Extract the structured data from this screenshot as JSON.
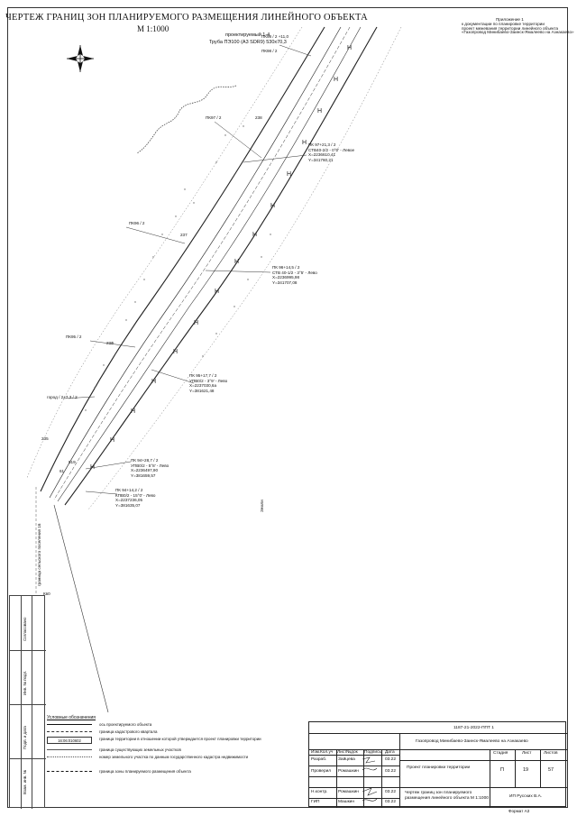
{
  "header": {
    "title": "ЧЕРТЕЖ ГРАНИЦ ЗОН ПЛАНИРУЕМОГО РАЗМЕЩЕНИЯ ЛИНЕЙНОГО ОБЪЕКТА",
    "subtitle": "М 1:1000"
  },
  "appendix_note": [
    "Приложение 1",
    "к документации по планировке территории",
    "проект межевания территории линейного объекта",
    "«Газопровод Минибаево-Заинск-Ямалеево на Азнакаево»"
  ],
  "map_labels": {
    "pipe_top": "проектируемый 1-4",
    "pipe_spec": "Труба ПЭ100 (А3 SDR9) 530х70,3",
    "pk_98_72": "ПК98 / 2 +11,0",
    "pk98_2": "ПК98 / 2",
    "pk97_2": "ПК97 / 2",
    "pk96_2": "ПК96 / 2",
    "pk95_2": "ПК95 / 2",
    "num_238": "238",
    "num_237": "237",
    "num_236": "236",
    "num_235": "235",
    "pt1": [
      "ПК 97+21,3 / 2",
      "СТВ40-2/2 - 0°0' - Левое",
      "Х=2236610,41",
      "Y=341760,21"
    ],
    "pt2": [
      "ПК 96+14,5 / 2",
      "СТВ 40-1/2 - 3°5' - Лево",
      "Х=2236995,98",
      "Y=341707,08"
    ],
    "pt3": [
      "ПК 95+17,7 / 2",
      "УПВ0/2 - 3°9' - Лево",
      "Х=2237030,6а",
      "Y=381621,48"
    ],
    "pt4": [
      "ПК 94+28,7 / 2",
      "УПВ0/2 - 5°8' - Лево",
      "Х=2236497,90",
      "Y=381659,57"
    ],
    "pt5": [
      "ПК 94+14,2 / 2",
      "КПВ0/2 - 15°0' - Лево",
      "Х=2237236,05",
      "Y=381635,07"
    ],
    "gorod": "город / 2+7,3 / 2",
    "num_61": "61",
    "num_519": "519",
    "label_16": "граница сельского поселения 16",
    "center_note": "Земли",
    "kvo": "Кв0"
  },
  "legend": {
    "title": "Условные обозначения",
    "items": [
      "ось проектируемого объекта",
      "граница кадастрового квартала",
      "граница территории в отношении которой утверждается проект планировки территории",
      "граница существующих земельных участков",
      "номер земельного участка по данным государственного кадастра недвижимости",
      "граница зоны планируемого размещения объекта"
    ],
    "code": "16:06:010602"
  },
  "side_stamp": [
    "Взам. инв. №",
    "Подп. и дата",
    "Инв. № подл.",
    "Согласовано"
  ],
  "title_block": {
    "doc_code": "1187-21-2022-ППТ 1",
    "project": "Газопровод Минибаево-Заинск-Ямалеево на Азнакаево",
    "section": "Проект планировки территории",
    "sheet_title": [
      "Чертеж границ зон планируемого",
      "размещения линейного объекта М 1:1000"
    ],
    "org": "ИП Русских В.А.",
    "format": "Формат А3",
    "stage_h": "Стадия",
    "sheet_h": "Лист",
    "sheets_h": "Листов",
    "stage": "П",
    "sheet": "19",
    "sheets": "57",
    "cols": [
      "Изм.",
      "Кол.уч",
      "Лист",
      "№док",
      "Подпись",
      "Дата"
    ],
    "rows": [
      {
        "role": "Разраб.",
        "name": "Зайцева",
        "date": "03.22"
      },
      {
        "role": "Проверил",
        "name": "Ромашкин",
        "date": "03.22"
      },
      {
        "role": "",
        "name": "",
        "date": ""
      },
      {
        "role": "Н.контр.",
        "name": "Ромашкин",
        "date": "03.22"
      },
      {
        "role": "ГИП",
        "name": "Машкин",
        "date": "03.22"
      }
    ]
  }
}
